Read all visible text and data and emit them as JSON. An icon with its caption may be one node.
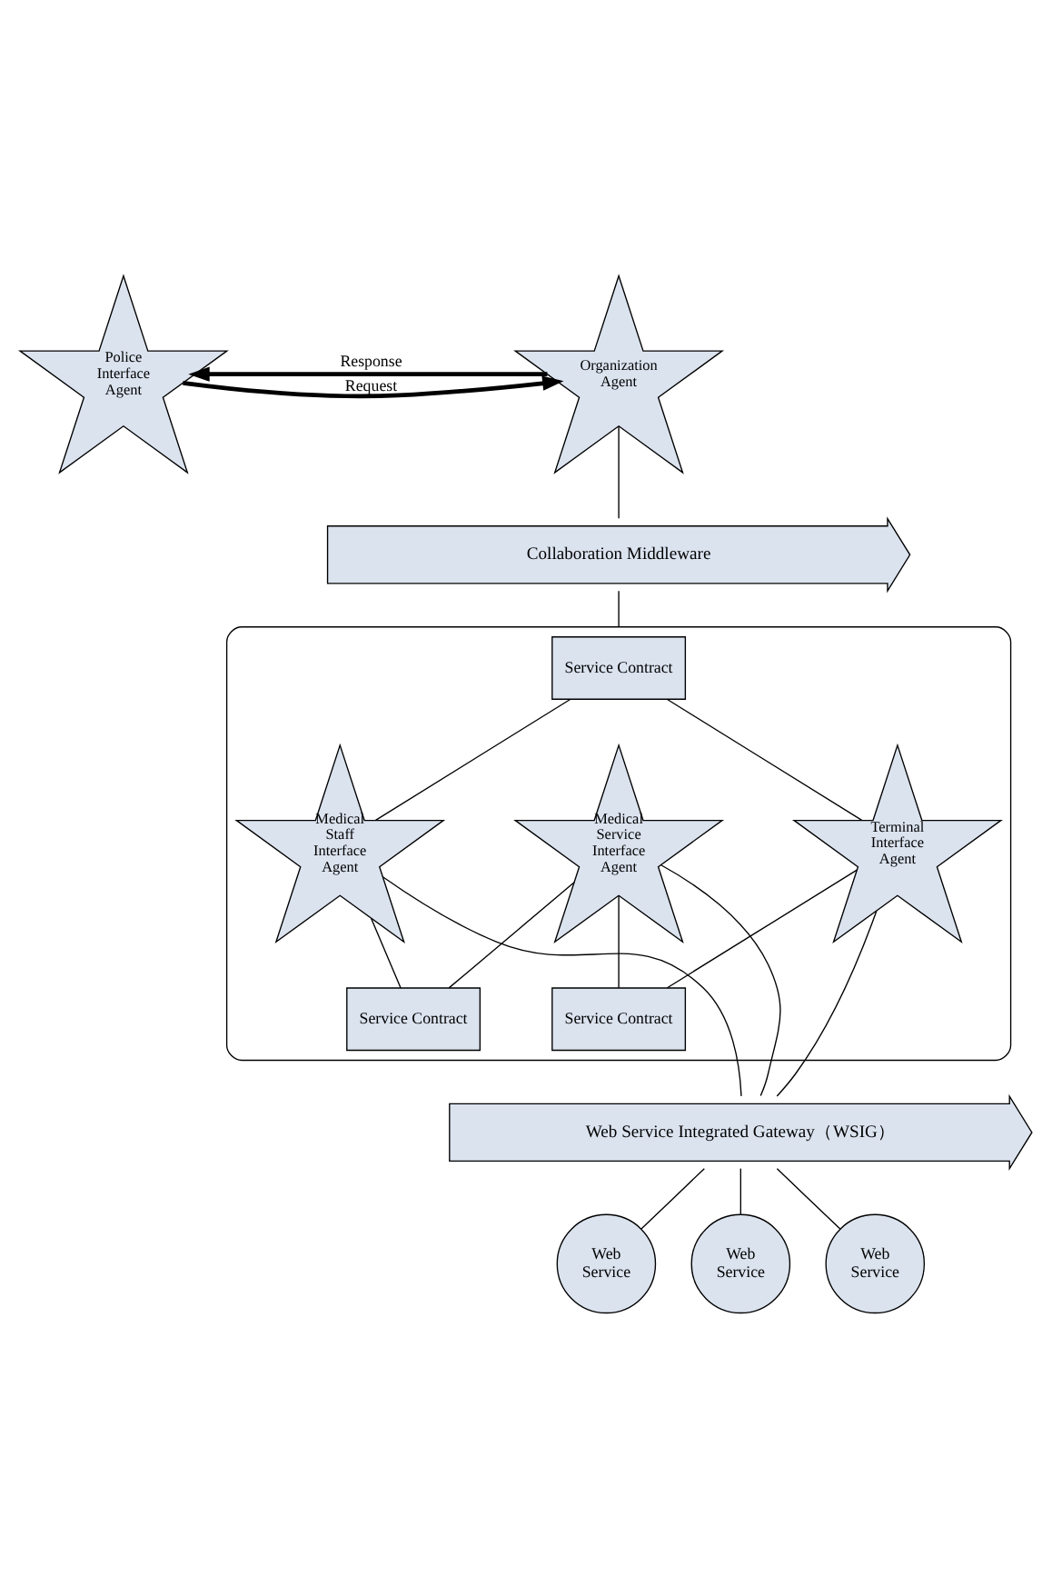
{
  "diagram": {
    "nodes": [
      {
        "text": [
          "Police Interface Agent"
        ]
      },
      {
        "text": [
          "Organization Agent"
        ]
      },
      {
        "text": [
          "Collaboration Middleware"
        ]
      },
      {
        "text": [],
        "shape": "box"
      },
      {
        "text": [
          "Service Contract"
        ],
        "in": 3
      },
      {
        "text": [
          "Medical Staff Interface Agent"
        ],
        "in": 3
      },
      {
        "text": [
          "Medical Service Interface Agent"
        ],
        "in": 3
      },
      {
        "text": [
          "Terminal Interface Agent"
        ],
        "in": 3
      },
      {
        "text": [
          "Service Contract"
        ],
        "in": 3
      },
      {
        "text": [
          "Service Contract"
        ],
        "in": 3
      },
      {
        "text": [
          "Web Service Integrated Gateway（WSIG）"
        ]
      },
      {
        "text": [
          "Web Service"
        ]
      },
      {
        "text": [
          "Web Service"
        ]
      },
      {
        "text": [
          "Web Service"
        ]
      }
    ],
    "edges": [
      {
        "from": 0,
        "to": 1,
        "arrow": "to",
        "label": "Request",
        "style": "thick"
      },
      {
        "from": 1,
        "to": 0,
        "arrow": "to",
        "label": "Response",
        "style": "thick"
      },
      {
        "from": 1,
        "to": 2,
        "arrow": "none"
      },
      {
        "from": 2,
        "to": 3,
        "arrow": "none"
      },
      {
        "from": 4,
        "to": 5,
        "arrow": "none"
      },
      {
        "from": 4,
        "to": 7,
        "arrow": "none"
      },
      {
        "from": 5,
        "to": 8,
        "arrow": "none"
      },
      {
        "from": 8,
        "to": 6,
        "arrow": "none"
      },
      {
        "from": 6,
        "to": 9,
        "arrow": "none"
      },
      {
        "from": 9,
        "to": 7,
        "arrow": "none"
      },
      {
        "from": 5,
        "to": 10,
        "arrow": "none"
      },
      {
        "from": 6,
        "to": 10,
        "arrow": "none"
      },
      {
        "from": 7,
        "to": 10,
        "arrow": "none"
      },
      {
        "from": 10,
        "to": 11,
        "arrow": "none"
      },
      {
        "from": 10,
        "to": 12,
        "arrow": "none"
      },
      {
        "from": 10,
        "to": 13,
        "arrow": "none"
      }
    ]
  }
}
